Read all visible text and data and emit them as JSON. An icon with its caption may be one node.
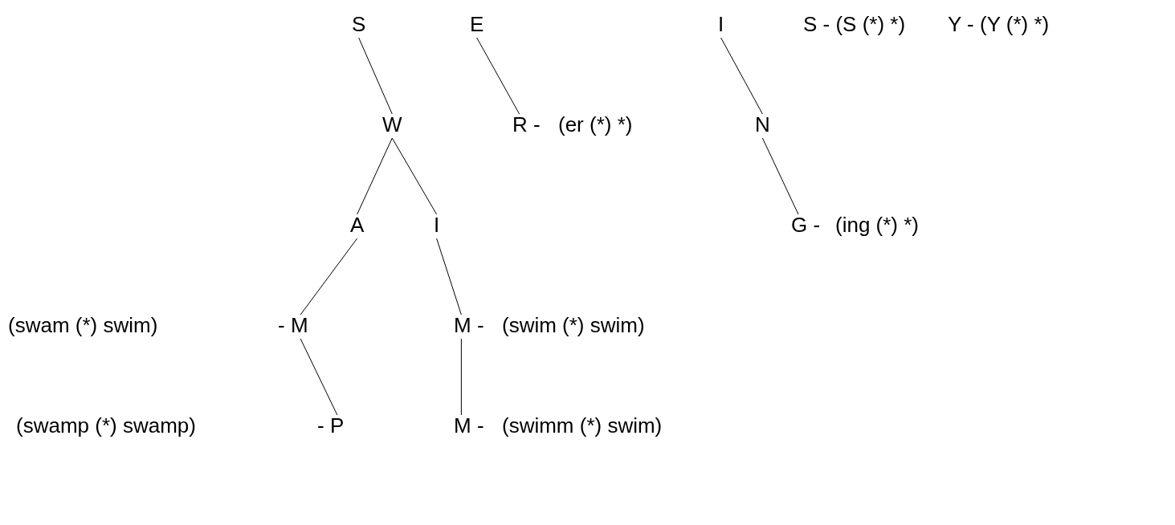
{
  "diagram": {
    "nodes": [
      {
        "text": [
          "S"
        ]
      },
      {
        "text": [
          "W"
        ]
      },
      {
        "text": [
          "A"
        ]
      },
      {
        "text": [
          "I"
        ]
      },
      {
        "text": [
          "- M"
        ]
      },
      {
        "text": [
          "M -"
        ],
        "beside": [
          "(swim (*) swim)"
        ]
      },
      {
        "text": [
          "- P"
        ]
      },
      {
        "text": [
          "M -"
        ],
        "beside": [
          "(swimm (*) swim)"
        ]
      },
      {
        "text": [
          "E"
        ]
      },
      {
        "text": [
          "R -"
        ],
        "beside": [
          "(er (*) *)"
        ]
      },
      {
        "text": [
          "I"
        ]
      },
      {
        "text": [
          "N"
        ]
      },
      {
        "text": [
          "G -"
        ],
        "beside": [
          "(ing (*) *)"
        ]
      }
    ],
    "edges": [
      {
        "from": 0,
        "to": 1,
        "arrow": "none"
      },
      {
        "from": 1,
        "to": 2,
        "arrow": "none"
      },
      {
        "from": 1,
        "to": 3,
        "arrow": "none"
      },
      {
        "from": 2,
        "to": 4,
        "arrow": "none"
      },
      {
        "from": 4,
        "to": 6,
        "arrow": "none"
      },
      {
        "from": 3,
        "to": 5,
        "arrow": "none"
      },
      {
        "from": 5,
        "to": 7,
        "arrow": "none"
      },
      {
        "from": 8,
        "to": 9,
        "arrow": "none"
      },
      {
        "from": 10,
        "to": 11,
        "arrow": "none"
      },
      {
        "from": 11,
        "to": 12,
        "arrow": "none"
      }
    ],
    "labels": [
      "S - (S (*) *)",
      "Y - (Y (*) *)",
      "(swam (*) swim)",
      "(swamp (*) swamp)"
    ]
  }
}
